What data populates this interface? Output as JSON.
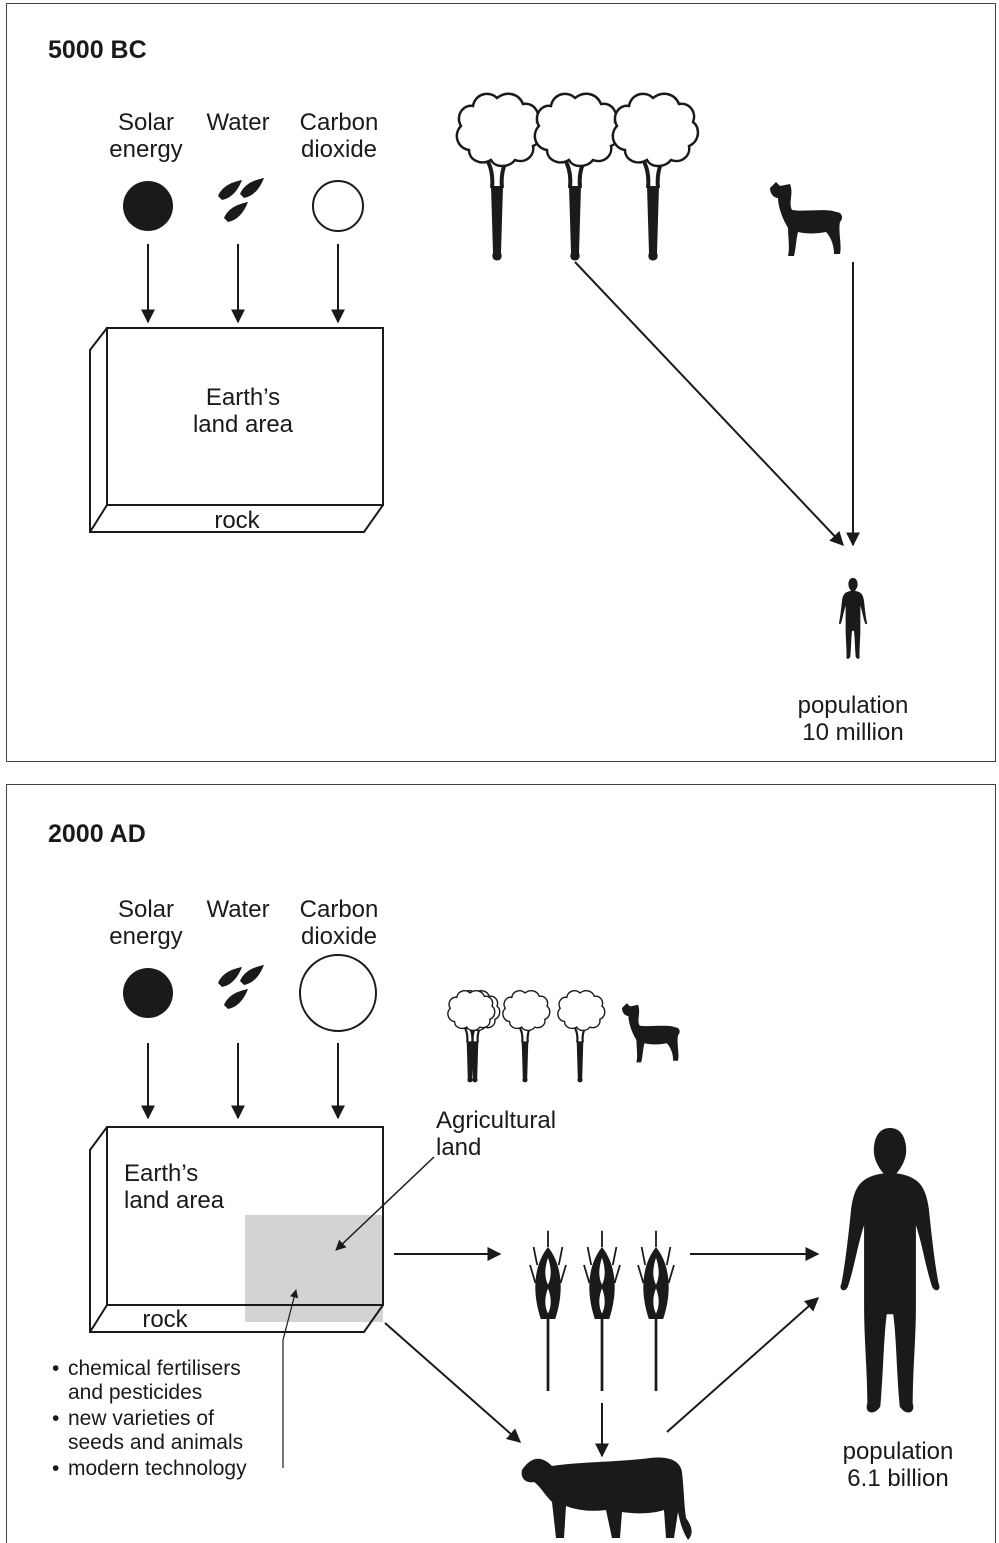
{
  "top": {
    "era": "5000 BC",
    "inputs": {
      "solar": "Solar\nenergy",
      "water": "Water",
      "carbon": "Carbon\ndioxide"
    },
    "land": "Earth’s\nland area",
    "rock": "rock",
    "population": "population\n10 million"
  },
  "bottom": {
    "era": "2000 AD",
    "inputs": {
      "solar": "Solar\nenergy",
      "water": "Water",
      "carbon": "Carbon\ndioxide"
    },
    "land": "Earth’s\nland area",
    "rock": "rock",
    "agricultural": "Agricultural\nland",
    "bullets": [
      "chemical fertilisers\nand pesticides",
      "new varieties of\nseeds and animals",
      "modern technology"
    ],
    "population": "population\n6.1 billion"
  },
  "colors": {
    "ink": "#1a1a1a",
    "agri_fill": "#d3d3d3"
  },
  "icons": [
    "sun-icon",
    "water-drops-icon",
    "carbon-dioxide-icon",
    "tree-icon",
    "deer-icon",
    "human-icon",
    "wheat-icon",
    "cow-icon"
  ]
}
